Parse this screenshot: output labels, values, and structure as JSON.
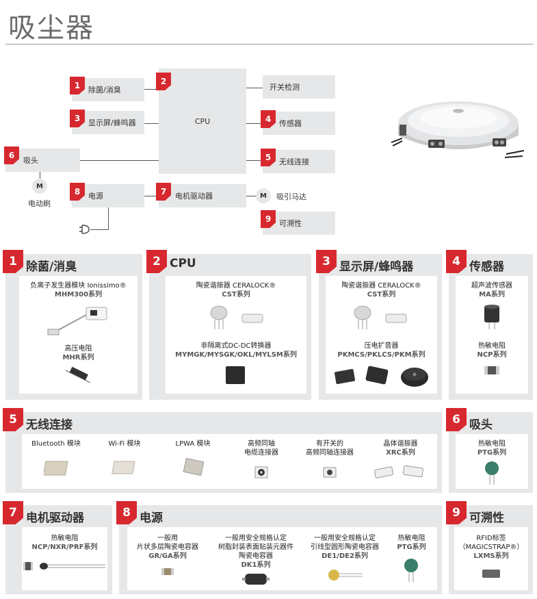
{
  "title": "吸尘器",
  "diagram": {
    "cpu": "CPU",
    "blocks": [
      {
        "num": "1",
        "label": "除菌/消臭"
      },
      {
        "num": "2",
        "label": ""
      },
      {
        "num": "3",
        "label": "显示屏/蜂鸣器"
      },
      {
        "num": "4",
        "label": "传感器"
      },
      {
        "num": "5",
        "label": "无线连接"
      },
      {
        "num": "6",
        "label": "吸头"
      },
      {
        "num": "7",
        "label": "电机驱动器"
      },
      {
        "num": "8",
        "label": "电源"
      },
      {
        "num": "9",
        "label": "可溯性"
      }
    ],
    "switch_detect": "开关检测",
    "motor_letter": "M",
    "brush_motor": "电动刷",
    "suction_motor": "吸引马达"
  },
  "sections": {
    "s1": {
      "num": "1",
      "title": "除菌/消臭",
      "items": [
        {
          "name": "负离子发生器模块 Ionissimo®",
          "series": "MHM300系列"
        },
        {
          "name": "高压电阻",
          "series": "MHR系列"
        }
      ]
    },
    "s2": {
      "num": "2",
      "title": "CPU",
      "items": [
        {
          "name": "陶瓷谐振器 CERALOCK®",
          "series": "CST系列"
        },
        {
          "name": "非隔离式DC-DC转换器",
          "series": "MYMGK/MYSGK/OKL/MYLSM系列"
        }
      ]
    },
    "s3": {
      "num": "3",
      "title": "显示屏/蜂鸣器",
      "items": [
        {
          "name": "陶瓷谐振器 CERALOCK®",
          "series": "CST系列"
        },
        {
          "name": "压电扩音器",
          "series": "PKMCS/PKLCS/PKM系列"
        }
      ]
    },
    "s4": {
      "num": "4",
      "title": "传感器",
      "items": [
        {
          "name": "超声波传感器",
          "series": "MA系列"
        },
        {
          "name": "热敏电阻",
          "series": "NCP系列"
        }
      ]
    },
    "s5": {
      "num": "5",
      "title": "无线连接",
      "items": [
        {
          "name": "Bluetooth 模块",
          "series": ""
        },
        {
          "name": "Wi-Fi 模块",
          "series": ""
        },
        {
          "name": "LPWA 模块",
          "series": ""
        },
        {
          "name": "高频同轴",
          "name2": "电缆连接器",
          "series": ""
        },
        {
          "name": "有开关的",
          "name2": "高频同轴连接器",
          "series": ""
        },
        {
          "name": "晶体谐振器",
          "series": "XRC系列"
        }
      ]
    },
    "s6": {
      "num": "6",
      "title": "吸头",
      "items": [
        {
          "name": "热敏电阻",
          "series": "PTG系列"
        }
      ]
    },
    "s7": {
      "num": "7",
      "title": "电机驱动器",
      "items": [
        {
          "name": "热敏电阻",
          "series": "NCP/NXR/PRF系列"
        }
      ]
    },
    "s8": {
      "num": "8",
      "title": "电源",
      "items": [
        {
          "name": "一般用",
          "name2": "片状多层陶瓷电容器",
          "series": "GR/GA系列"
        },
        {
          "name": "一般用安全规格认定",
          "name2": "树脂封装表面贴装元器件",
          "name3": "陶瓷电容器",
          "series": "DK1系列"
        },
        {
          "name": "一般用安全规格认定",
          "name2": "引线型圆形陶瓷电容器",
          "series": "DE1/DE2系列"
        },
        {
          "name": "热敏电阻",
          "series": "PTG系列"
        }
      ]
    },
    "s9": {
      "num": "9",
      "title": "可溯性",
      "items": [
        {
          "name": "RFID标签",
          "name2": "（MAGICSTRAP®）",
          "series": "LXMS系列"
        }
      ]
    }
  },
  "colors": {
    "accent": "#d7282f",
    "panel": "#e6e7e8"
  }
}
